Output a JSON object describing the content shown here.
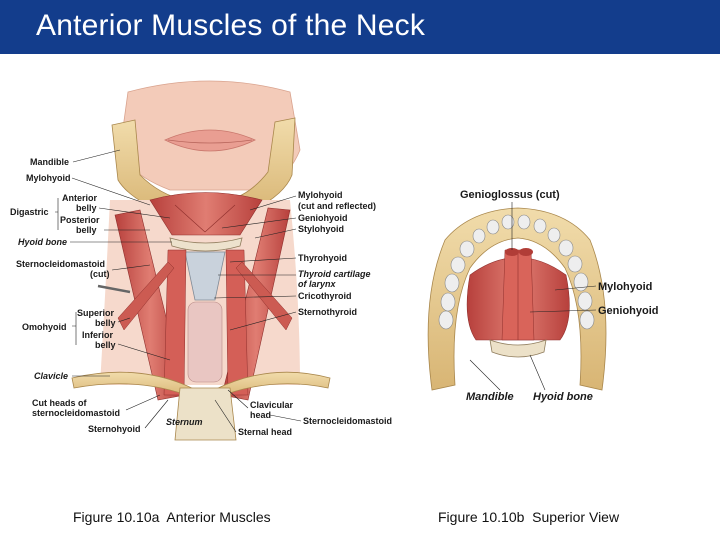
{
  "title": "Anterior Muscles of the Neck",
  "figure_a": {
    "caption": "Figure 10.10a  Anterior Muscles",
    "left_labels": {
      "mandible": "Mandible",
      "mylohyoid": "Mylohyoid",
      "digastric": "Digastric",
      "anterior": "Anterior",
      "belly1": "belly",
      "posterior": "Posterior",
      "belly2": "belly",
      "hyoid_bone": "Hyoid bone",
      "scm_line1": "Sternocleidomastoid",
      "scm_line2": "(cut)",
      "omohyoid": "Omohyoid",
      "superior": "Superior",
      "belly3": "belly",
      "inferior": "Inferior",
      "belly4": "belly",
      "clavicle": "Clavicle",
      "cut_heads_1": "Cut heads of",
      "cut_heads_2": "sternocleidomastoid",
      "sternohyoid": "Sternohyoid"
    },
    "right_labels": {
      "mylohyoid_1": "Mylohyoid",
      "mylohyoid_2": "(cut and reflected)",
      "geniohyoid": "Geniohyoid",
      "stylohyoid": "Stylohyoid",
      "thyrohyoid": "Thyrohyoid",
      "thyroid_cartilage_1": "Thyroid cartilage",
      "thyroid_cartilage_2": "of larynx",
      "cricothyroid": "Cricothyroid",
      "sternothyroid": "Sternothyroid",
      "clavicular_1": "Clavicular",
      "clavicular_2": "head",
      "sternal_head": "Sternal head",
      "scm_right": "Sternocleidomastoid",
      "sternum": "Sternum"
    }
  },
  "figure_b": {
    "caption": "Figure 10.10b  Superior View",
    "labels": {
      "genioglossus": "Genioglossus (cut)",
      "mylohyoid": "Mylohyoid",
      "geniohyoid": "Geniohyoid",
      "mandible": "Mandible",
      "hyoid_bone": "Hyoid bone"
    }
  },
  "colors": {
    "title_bar": "#133d8c",
    "muscle": "#c9544e",
    "muscle_light": "#e28a7f",
    "bone": "#e8cf96",
    "skin": "#f2c6b4"
  }
}
